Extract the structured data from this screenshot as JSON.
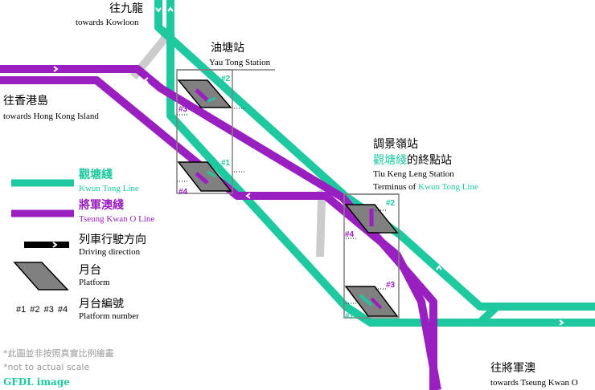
{
  "colors": {
    "kwun_tong": "#1ec9a0",
    "tseung_kwan_o": "#9a1fc0",
    "connector": "#cccccc",
    "platform": "#808080"
  },
  "labels": {
    "to_kowloon_zh": "往九龍",
    "to_kowloon_en": "towards  Kowloon",
    "to_hk_island_zh": "往香港島",
    "to_hk_island_en": "towards  Hong Kong Island",
    "yau_tong_zh": "油塘站",
    "yau_tong_en": "Yau Tong Station",
    "tkl_zh": "調景嶺站",
    "tkl_terminus_zh_line": "觀塘綫",
    "tkl_terminus_zh_suffix": "的終點站",
    "tkl_en": "Tiu Keng Leng Station",
    "tkl_terminus_en_prefix": "Terminus of ",
    "tkl_terminus_en_line": "Kwun Tong Line",
    "to_tko_zh": "往將軍澳",
    "to_tko_en": "towards  Tseung Kwan O"
  },
  "platforms": {
    "yau_tong_top_left": "#3",
    "yau_tong_top_right": "#2",
    "yau_tong_bottom_left": "#4",
    "yau_tong_bottom_right": "#1",
    "tkl_top_left": "#4",
    "tkl_top_right": "#2",
    "tkl_bottom_left": "#1",
    "tkl_bottom_right": "#3"
  },
  "legend": {
    "kwun_tong_zh": "觀塘綫",
    "kwun_tong_en": "Kwun Tong Line",
    "tko_zh": "將軍澳綫",
    "tko_en": "Tseung Kwan O Line",
    "driving_zh": "列車行駛方向",
    "driving_en": "Driving direction",
    "platform_zh": "月台",
    "platform_en": "Platform",
    "platform_number_samples": "#1  #2  #3  #4",
    "platform_number_zh": "月台編號",
    "platform_number_en": "Platform number"
  },
  "notes": {
    "scale_zh": "*此圖並非按照真實比例繪畫",
    "scale_en": "*not to actual scale",
    "gfdl": "GFDL image"
  }
}
